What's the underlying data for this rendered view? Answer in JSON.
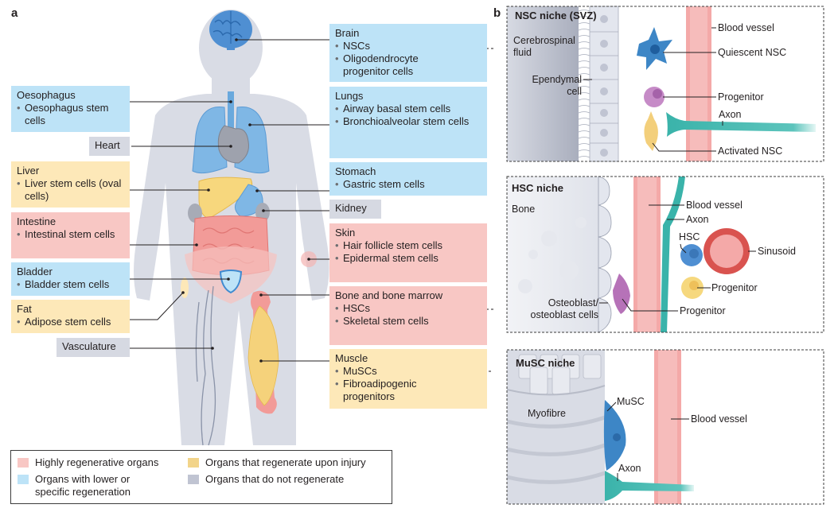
{
  "panels": {
    "a": "a",
    "b": "b"
  },
  "colors": {
    "highly_regenerative": "#f8c7c4",
    "lower_regeneration": "#bde3f7",
    "regenerate_upon_injury": "#fde8b8",
    "do_not_regenerate": "#d6d9e2"
  },
  "organs_left": [
    {
      "title": "Oesophagus",
      "items": [
        "Oesophagus stem cells"
      ],
      "category": "lower_regeneration"
    },
    {
      "title": "Heart",
      "items": [],
      "category": "do_not_regenerate"
    },
    {
      "title": "Liver",
      "items": [
        "Liver stem cells (oval cells)"
      ],
      "category": "regenerate_upon_injury"
    },
    {
      "title": "Intestine",
      "items": [
        "Intestinal stem cells"
      ],
      "category": "highly_regenerative"
    },
    {
      "title": "Bladder",
      "items": [
        "Bladder stem cells"
      ],
      "category": "lower_regeneration"
    },
    {
      "title": "Fat",
      "items": [
        "Adipose stem cells"
      ],
      "category": "regenerate_upon_injury"
    },
    {
      "title": "Vasculature",
      "items": [],
      "category": "do_not_regenerate"
    }
  ],
  "organs_right": [
    {
      "title": "Brain",
      "items": [
        "NSCs",
        "Oligodendrocyte progenitor cells"
      ],
      "category": "lower_regeneration"
    },
    {
      "title": "Lungs",
      "items": [
        "Airway basal stem cells",
        "Bronchioalveolar stem cells"
      ],
      "category": "lower_regeneration"
    },
    {
      "title": "Stomach",
      "items": [
        "Gastric stem cells"
      ],
      "category": "lower_regeneration"
    },
    {
      "title": "Kidney",
      "items": [],
      "category": "do_not_regenerate"
    },
    {
      "title": "Skin",
      "items": [
        "Hair follicle stem cells",
        "Epidermal stem cells"
      ],
      "category": "highly_regenerative"
    },
    {
      "title": "Bone and bone marrow",
      "items": [
        "HSCs",
        "Skeletal stem cells"
      ],
      "category": "highly_regenerative"
    },
    {
      "title": "Muscle",
      "items": [
        "MuSCs",
        "Fibroadipogenic progenitors"
      ],
      "category": "regenerate_upon_injury"
    }
  ],
  "legend": [
    {
      "label": "Highly regenerative organs",
      "category": "highly_regenerative"
    },
    {
      "label": "Organs that regenerate upon injury",
      "category": "regenerate_upon_injury"
    },
    {
      "label": "Organs with lower or specific regeneration",
      "category": "lower_regeneration"
    },
    {
      "label": "Organs that do not regenerate",
      "category": "do_not_regenerate"
    }
  ],
  "niches": {
    "nsc": {
      "title": "NSC niche (SVZ)",
      "labels": {
        "csf": "Cerebrospinal fluid",
        "ependymal": "Ependymal cell",
        "blood_vessel": "Blood vessel",
        "quiescent": "Quiescent NSC",
        "progenitor": "Progenitor",
        "axon": "Axon",
        "activated": "Activated NSC"
      }
    },
    "hsc": {
      "title": "HSC niche",
      "labels": {
        "bone": "Bone",
        "blood_vessel": "Blood vessel",
        "axon": "Axon",
        "hsc": "HSC",
        "sinusoid": "Sinusoid",
        "progenitor_yellow": "Progenitor",
        "osteoblast": "Osteoblast/ osteoblast cells",
        "progenitor_purple": "Progenitor"
      }
    },
    "musc": {
      "title": "MuSC niche",
      "labels": {
        "myofibre": "Myofibre",
        "musc": "MuSC",
        "blood_vessel": "Blood vessel",
        "axon": "Axon"
      }
    }
  }
}
